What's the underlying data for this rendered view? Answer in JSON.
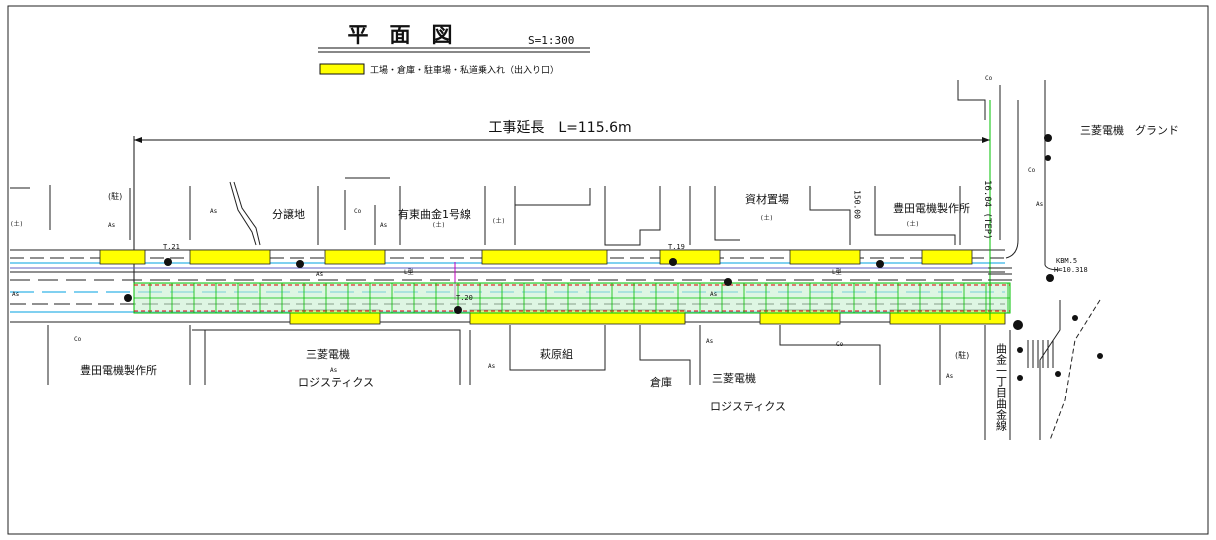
{
  "title": "平　面　図",
  "scale": "S=1:300",
  "legend": {
    "label": "工場・倉庫・駐車場・私道乗入れ（出入り口）",
    "color": "#ffff00"
  },
  "work_length": "工事延長　L=115.6m",
  "labels": {
    "grand": "三菱電機　グランド",
    "parking_top": "(駐)",
    "parking_bottom": "(駐)",
    "subdivision": "分譲地",
    "road_name": "有東曲金1号線",
    "materials_yard": "資材置場",
    "toyoda_top": "豊田電機製作所",
    "toyoda_bottom": "豊田電機製作所",
    "mitsubishi_a1": "三菱電機",
    "mitsubishi_a2": "ロジスティクス",
    "hagiwara": "萩原組",
    "warehouse": "倉庫",
    "mitsubishi_b1": "三菱電機",
    "mitsubishi_b2": "ロジスティクス",
    "vertical_road": "曲金一丁目曲金線",
    "kbm1": "KBM.5",
    "kbm2": "H=10.318",
    "t21": "T.21",
    "t19": "T.19",
    "t20": "T.20",
    "as": "As",
    "co": "Co",
    "soil": "(土)",
    "lgata": "L型",
    "tep": "16.04\n(TEP)",
    "v150": "150.00"
  },
  "colors": {
    "yellow": "#ffff00",
    "green": "#00c000",
    "red": "#e00000",
    "cyan": "#00a0e0",
    "magenta": "#c000c0"
  }
}
